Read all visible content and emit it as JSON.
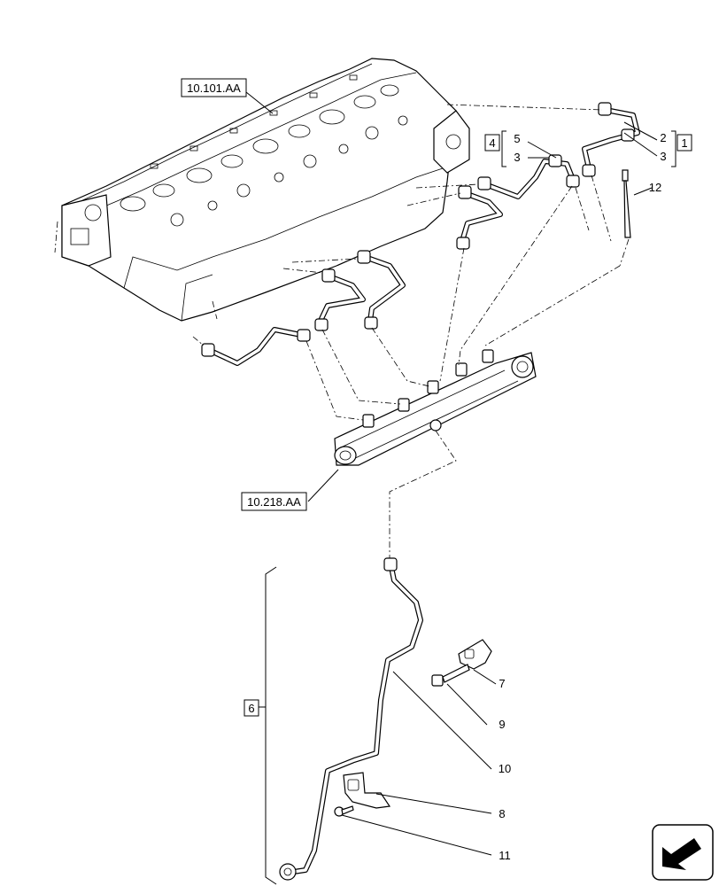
{
  "references": {
    "cylinder_head": "10.101.AA",
    "fuel_rail": "10.218.AA"
  },
  "boxed_items": {
    "item_1": "1",
    "item_4": "4",
    "item_6": "6"
  },
  "callouts": {
    "c2": "2",
    "c3_right": "3",
    "c5": "5",
    "c3_left": "3",
    "c12": "12",
    "c7": "7",
    "c9": "9",
    "c10": "10",
    "c8": "8",
    "c11": "11"
  },
  "icons": {
    "navigation": "next-page-arrow-icon"
  }
}
